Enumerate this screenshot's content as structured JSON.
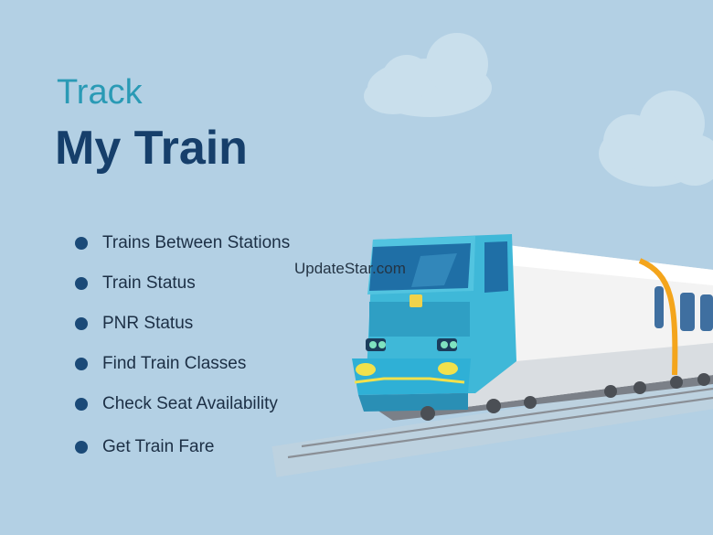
{
  "title": {
    "line1": "Track",
    "line2": "My Train"
  },
  "features": [
    "Trains Between Stations",
    "Train Status",
    "PNR Status",
    "Find Train Classes",
    "Check Seat Availability",
    "Get Train Fare"
  ],
  "watermark": "UpdateStar.com",
  "colors": {
    "background": "#b3d0e4",
    "title_accent": "#2a9ab5",
    "title_main": "#163f6b",
    "bullet": "#1b4a78",
    "train_cab": "#3fb8d8",
    "train_body": "#f2f2f2",
    "train_stripe": "#f4a51c"
  },
  "icons": [
    "cloud-icon",
    "train-illustration"
  ]
}
